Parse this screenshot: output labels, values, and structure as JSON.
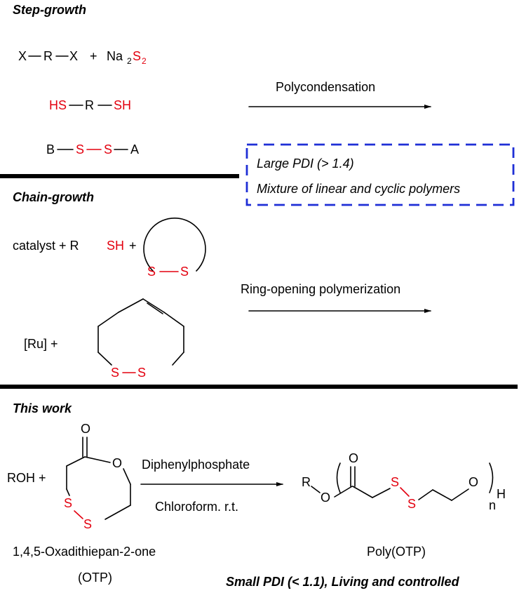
{
  "step_growth": {
    "header": "Step-growth",
    "reaction1": {
      "left": "X",
      "r": "R",
      "right": "X",
      "plus": "+",
      "na": "Na",
      "na_sub": "2",
      "s": "S",
      "s_sub": "2"
    },
    "reaction2": {
      "hs": "HS",
      "r": "R",
      "sh": "SH"
    },
    "reaction3": {
      "b": "B",
      "s1": "S",
      "s2": "S",
      "a": "A"
    },
    "arrow_label": "Polycondensation",
    "note_line1": "Large PDI (> 1.4)",
    "note_line2": "Mixture of linear and cyclic polymers",
    "note_color": "#1f2fd6"
  },
  "chain_growth": {
    "header": "Chain-growth",
    "reaction1": {
      "catalyst": "catalyst + R",
      "sh": "SH",
      "plus": "+",
      "s1": "S",
      "s2": "S"
    },
    "reaction2": {
      "ru": "[Ru] +",
      "s1": "S",
      "s2": "S"
    },
    "arrow_label": "Ring-opening polymerization"
  },
  "this_work": {
    "header": "This work",
    "reactant": "ROH +",
    "monomer": {
      "o_carbonyl": "O",
      "o_ring": "O",
      "s1": "S",
      "s2": "S"
    },
    "monomer_name": "1,4,5-Oxadithiepan-2-one",
    "monomer_abbr": "(OTP)",
    "catalyst": "Diphenylphosphate",
    "conditions": "Chloroform. r.t.",
    "polymer": {
      "r": "R",
      "o1": "O",
      "o_carbonyl": "O",
      "s1": "S",
      "s2": "S",
      "o2": "O",
      "h": "H",
      "n": "n"
    },
    "polymer_name": "Poly(OTP)",
    "conclusion": "Small PDI (< 1.1), Living and controlled"
  },
  "colors": {
    "sulfur": "#e3000f",
    "note_box": "#1f2fd6"
  }
}
